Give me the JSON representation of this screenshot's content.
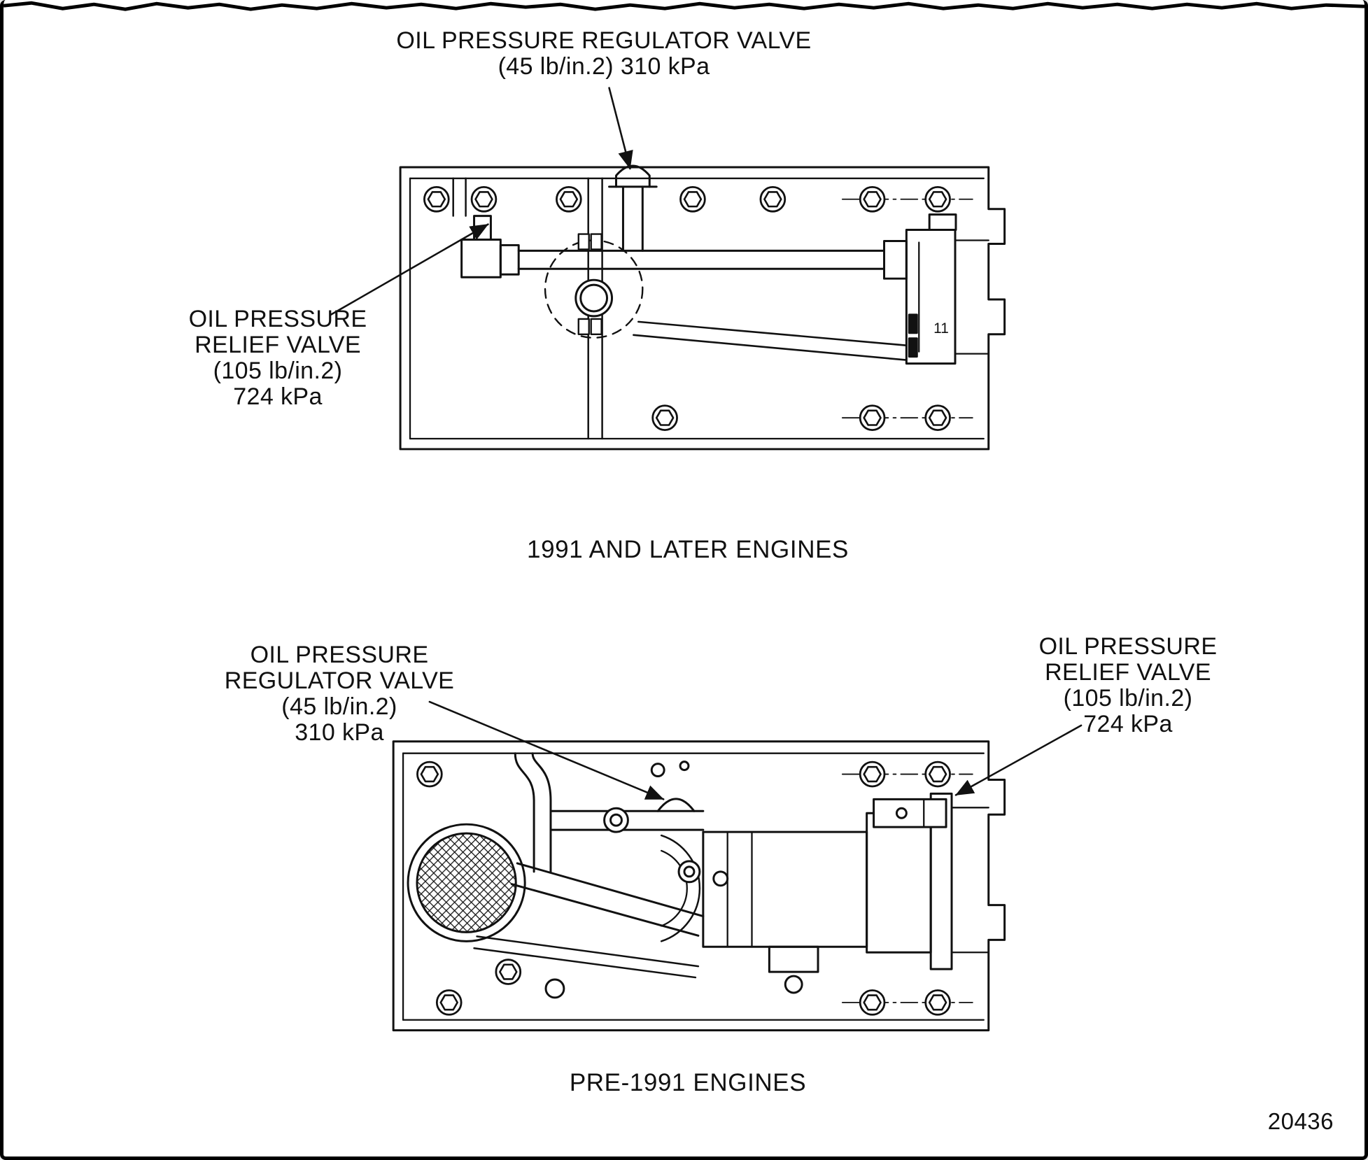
{
  "colors": {
    "ink": "#111111",
    "paper": "#ffffff"
  },
  "figure_number": "20436",
  "top_diagram": {
    "caption": "1991 AND LATER ENGINES",
    "part_label": "11",
    "regulator_label": {
      "lines": [
        "OIL PRESSURE REGULATOR VALVE",
        "(45 lb/in.2) 310 kPa"
      ]
    },
    "relief_label": {
      "lines": [
        "OIL PRESSURE",
        "RELIEF VALVE",
        "(105 lb/in.2)",
        "724 kPa"
      ]
    }
  },
  "bottom_diagram": {
    "caption": "PRE-1991 ENGINES",
    "regulator_label": {
      "lines": [
        "OIL PRESSURE",
        "REGULATOR VALVE",
        "(45 lb/in.2)",
        "310 kPa"
      ]
    },
    "relief_label": {
      "lines": [
        "OIL PRESSURE",
        "RELIEF VALVE",
        "(105 lb/in.2)",
        "724 kPa"
      ]
    }
  }
}
